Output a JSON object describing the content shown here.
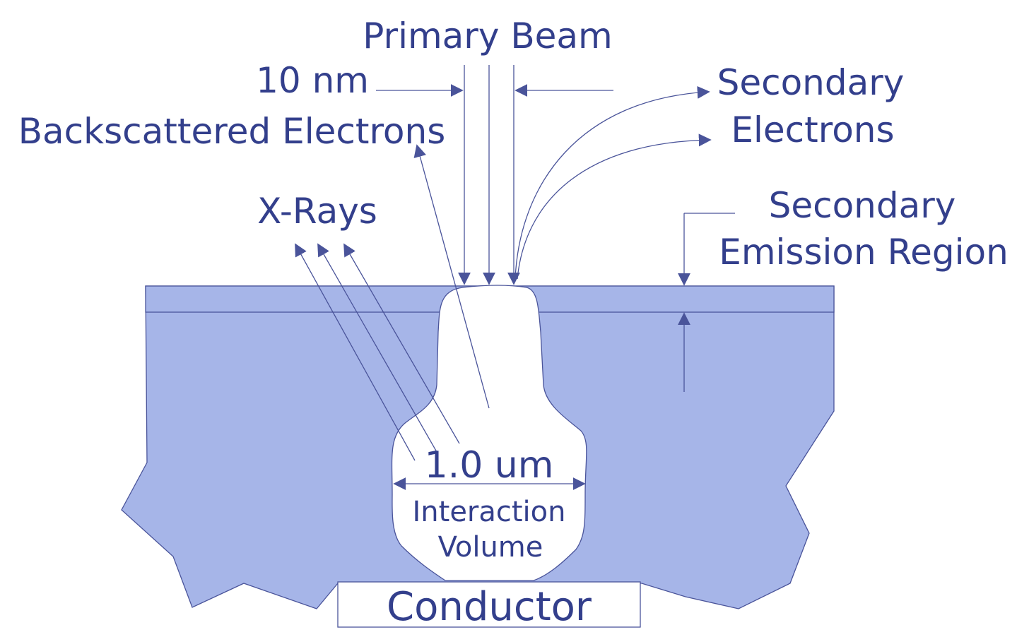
{
  "labels": {
    "primary_beam": "Primary Beam",
    "beam_width": "10 nm",
    "backscattered": "Backscattered Electrons",
    "secondary_electrons_line1": "Secondary",
    "secondary_electrons_line2": "Electrons",
    "xrays": "X-Rays",
    "emission_region_line1": "Secondary",
    "emission_region_line2": "Emission Region",
    "interaction_width": "1.0 um",
    "interaction_volume_line1": "Interaction",
    "interaction_volume_line2": "Volume",
    "conductor": "Conductor"
  },
  "colors": {
    "substrate_fill": "#a6b5e8",
    "line": "#4a549a",
    "text": "#333f8c",
    "background": "#ffffff"
  }
}
